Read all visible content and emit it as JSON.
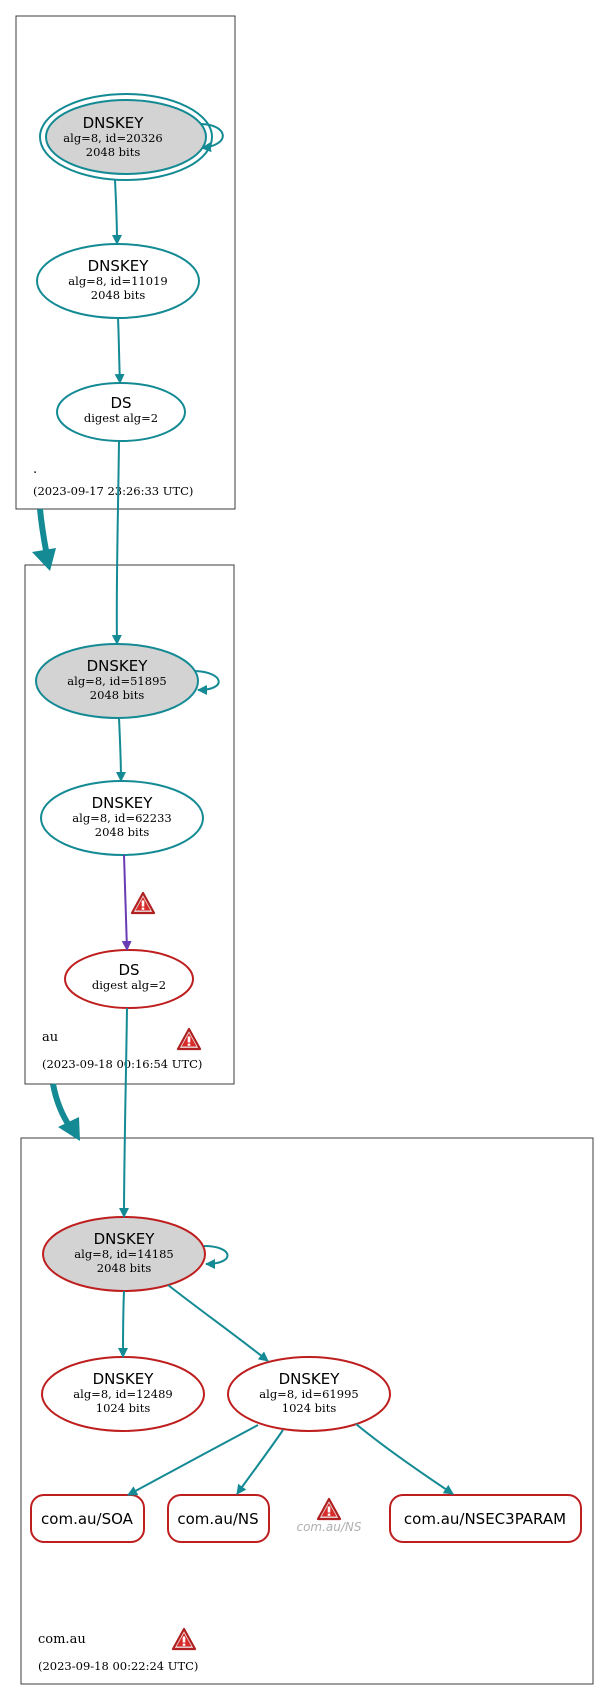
{
  "colors": {
    "secure": "#138a94",
    "bogus": "#be1e1e",
    "warning": "#6a3cb4",
    "sep_fill": "#d3d3d3",
    "ghost": "#b0b0b0"
  },
  "zones": {
    "root": {
      "name": ".",
      "timestamp": "(2023-09-17 23:26:33 UTC)",
      "ksk": {
        "title": "DNSKEY",
        "detail": "alg=8, id=20326",
        "size": "2048 bits"
      },
      "zsk": {
        "title": "DNSKEY",
        "detail": "alg=8, id=11019",
        "size": "2048 bits"
      },
      "ds": {
        "title": "DS",
        "detail": "digest alg=2"
      }
    },
    "au": {
      "name": "au",
      "timestamp": "(2023-09-18 00:16:54 UTC)",
      "ksk": {
        "title": "DNSKEY",
        "detail": "alg=8, id=51895",
        "size": "2048 bits"
      },
      "zsk": {
        "title": "DNSKEY",
        "detail": "alg=8, id=62233",
        "size": "2048 bits"
      },
      "ds": {
        "title": "DS",
        "detail": "digest alg=2"
      }
    },
    "comau": {
      "name": "com.au",
      "timestamp": "(2023-09-18 00:22:24 UTC)",
      "ksk": {
        "title": "DNSKEY",
        "detail": "alg=8, id=14185",
        "size": "2048 bits"
      },
      "zsk1": {
        "title": "DNSKEY",
        "detail": "alg=8, id=12489",
        "size": "1024 bits"
      },
      "zsk2": {
        "title": "DNSKEY",
        "detail": "alg=8, id=61995",
        "size": "1024 bits"
      },
      "rrsets": [
        "com.au/SOA",
        "com.au/NS",
        "com.au/NSEC3PARAM"
      ],
      "ghost_rrset": "com.au/NS"
    }
  },
  "icons": {
    "warning": "warning-triangle-icon"
  }
}
